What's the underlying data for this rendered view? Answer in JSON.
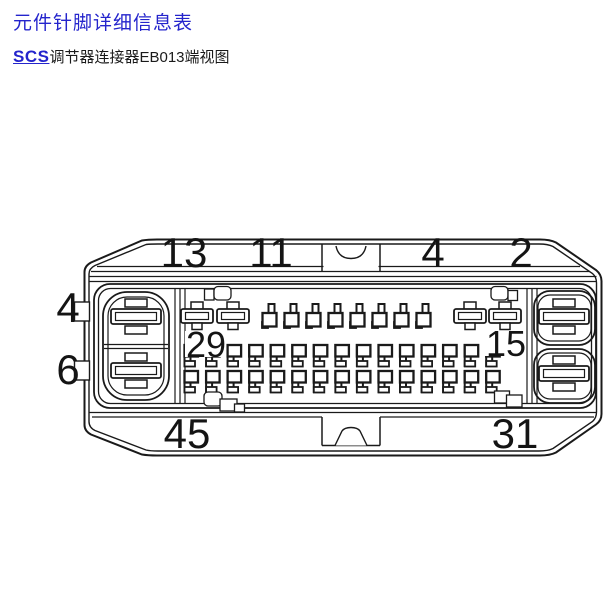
{
  "page": {
    "title": "元件针脚详细信息表",
    "title_color": "#2424cc",
    "subtitle": {
      "link_text": "SCS",
      "link_color": "#2424cc",
      "rest_text": "调节器连接器EB013端视图"
    }
  },
  "diagram": {
    "description": "SCS regulator connector EB013 end view drawing",
    "line_color": "#1a1a1a",
    "labels": {
      "top": [
        "13",
        "11",
        "4",
        "2"
      ],
      "left": [
        "4",
        "6"
      ],
      "middle_row_ends": [
        "29",
        "15"
      ],
      "bottom": [
        "45",
        "31"
      ]
    },
    "pin_counts": {
      "top_row_small_pins": 8,
      "top_row_large_terminals": 4,
      "middle_row": 15,
      "bottom_row": 15,
      "left_blade_terminals": 2,
      "right_blade_terminals": 2
    }
  }
}
